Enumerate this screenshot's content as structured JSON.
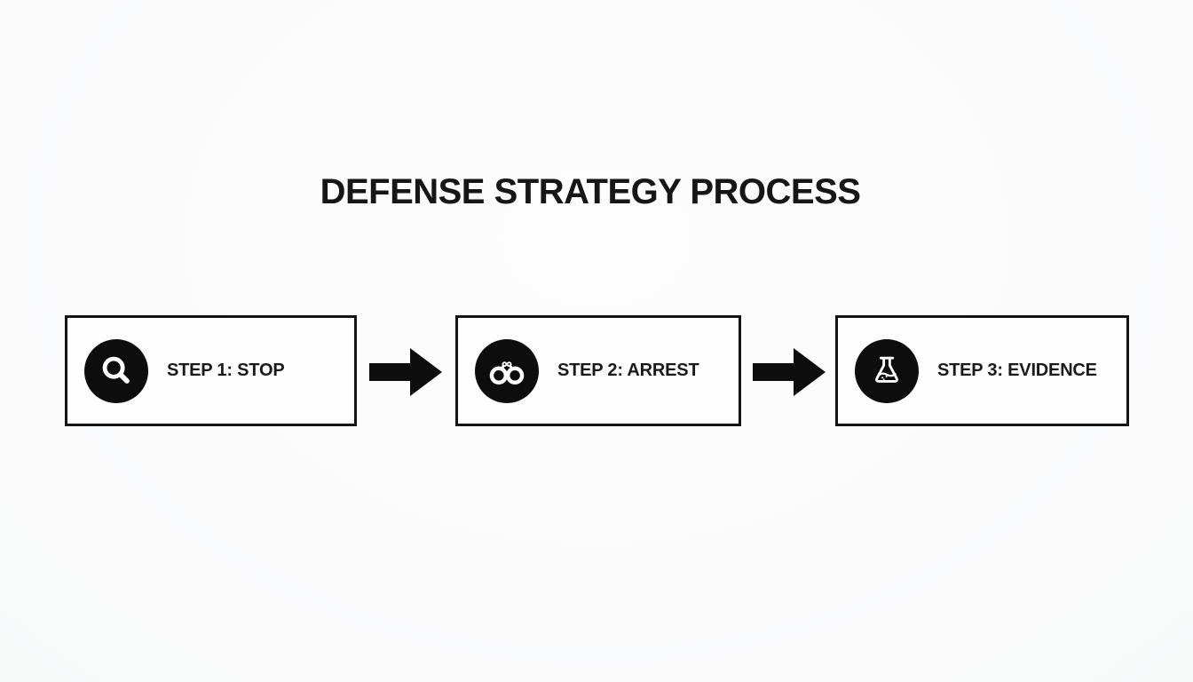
{
  "page": {
    "title": "DEFENSE STRATEGY PROCESS",
    "background_color": "#fbfbfc",
    "ink_color": "#141414"
  },
  "steps": [
    {
      "label": "STEP 1: STOP",
      "icon": "magnifier-icon"
    },
    {
      "label": "STEP 2: ARREST",
      "icon": "handcuffs-icon"
    },
    {
      "label": "STEP 3: EVIDENCE",
      "icon": "flask-icon"
    }
  ],
  "connectors": [
    {
      "type": "arrow-right"
    },
    {
      "type": "arrow-right"
    }
  ]
}
